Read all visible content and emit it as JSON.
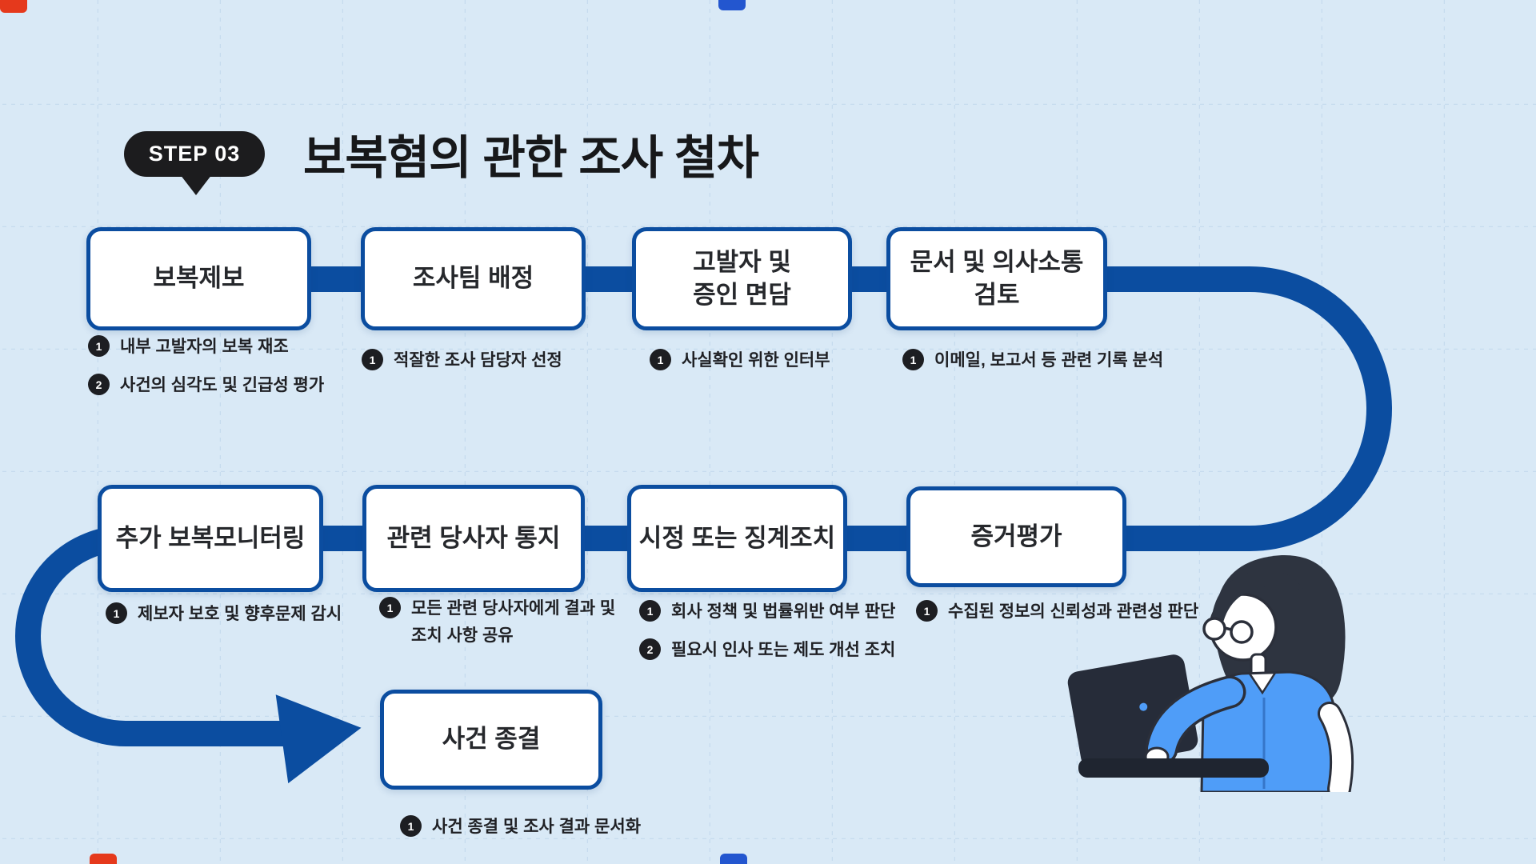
{
  "colors": {
    "accent": "#0b4da0",
    "background": "#d9e9f6",
    "grid_line": "#c0d6ea",
    "badge_black": "#1c1c1e",
    "note_badge": "#1d1e22",
    "tab_red": "#e5391c",
    "tab_blue": "#2356cf"
  },
  "header": {
    "badge": "STEP 03",
    "title": "보복혐의 관한 조사 철차"
  },
  "flow": {
    "row1": [
      {
        "title": "보복제보",
        "bullets": [
          {
            "num": "1",
            "text": "내부 고발자의 보복 재조"
          },
          {
            "num": "2",
            "text": "사건의 심각도 및 긴급성 평가"
          }
        ]
      },
      {
        "title": "조사팀 배정",
        "bullets": [
          {
            "num": "1",
            "text": "적잘한 조사 담당자 선정"
          }
        ]
      },
      {
        "title": "고발자 및\n증인 면담",
        "bullets": [
          {
            "num": "1",
            "text": "사실확인 위한 인터부"
          }
        ]
      },
      {
        "title": "문서 및 의사소통\n검토",
        "bullets": [
          {
            "num": "1",
            "text": "이메일, 보고서 등 관련 기록 분석"
          }
        ]
      }
    ],
    "row2": [
      {
        "title": "추가 보복모니터링",
        "bullets": [
          {
            "num": "1",
            "text": "제보자 보호 및 향후문제 감시"
          }
        ]
      },
      {
        "title": "관련 당사자 통지",
        "bullets": [
          {
            "num": "1",
            "text": "모든 관련 당사자에게 결과 및\n조치 사항 공유"
          }
        ]
      },
      {
        "title": "시정 또는 징계조치",
        "bullets": [
          {
            "num": "1",
            "text": "회사 정책 및 법률위반 여부 판단"
          },
          {
            "num": "2",
            "text": "필요시 인사 또는 제도 개선 조치"
          }
        ]
      },
      {
        "title": "증거평가",
        "bullets": [
          {
            "num": "1",
            "text": "수집된 정보의 신뢰성과 관련성 판단"
          }
        ]
      }
    ],
    "final": {
      "title": "사건 종결",
      "bullets": [
        {
          "num": "1",
          "text": "사건 종결 및 조사 결과 문서화"
        }
      ]
    }
  },
  "illustration": {
    "name": "woman-working-on-laptop",
    "laptop": "#262c39",
    "laptop_base": "#1f2530",
    "hair": "#2e3440",
    "skin": "#ffffff",
    "outline": "#2b2f3a",
    "shirt": "#4f9df8",
    "screen_dot": "#4f9df8"
  }
}
